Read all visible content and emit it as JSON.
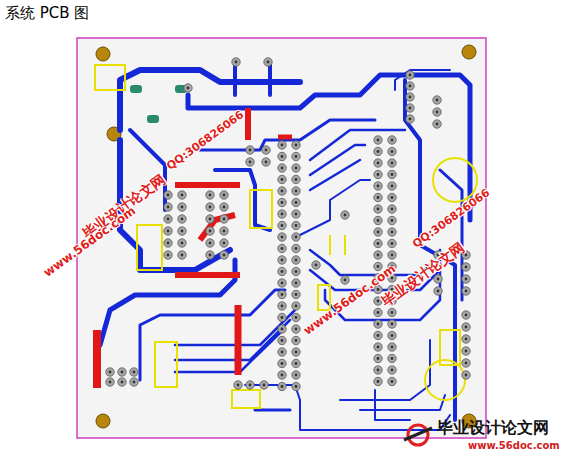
{
  "diagram": {
    "title": "系统 PCB 图",
    "labels": [
      "毕业设计论文网",
      "www.56doc.com",
      "QQ:306826066",
      "www.56doc.com",
      "毕业设计论文网",
      "QQ:306826066",
      "毕业设计论文网",
      "www.56doc.com"
    ]
  }
}
